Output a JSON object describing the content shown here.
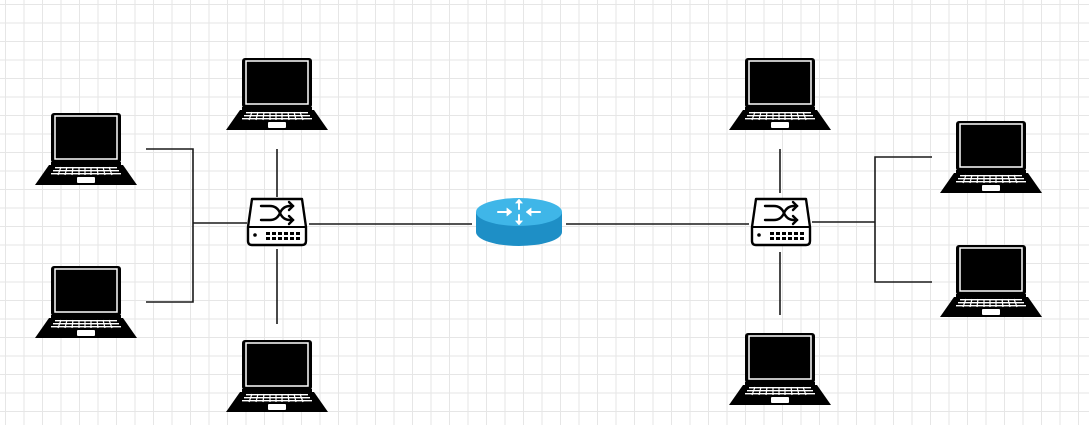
{
  "canvas": {
    "grid": true,
    "grid_color": "#e6e6e6",
    "background": "#ffffff"
  },
  "colors": {
    "device": "#000000",
    "wire": "#1a1a1a",
    "router_top": "#3fb6e8",
    "router_side": "#1e8fc6",
    "router_arrows": "#ffffff"
  },
  "nodes": [
    {
      "id": "laptop-left-top",
      "icon": "laptop-icon"
    },
    {
      "id": "laptop-left-bottom",
      "icon": "laptop-icon"
    },
    {
      "id": "laptop-left-upper",
      "icon": "laptop-icon"
    },
    {
      "id": "laptop-left-lower",
      "icon": "laptop-icon"
    },
    {
      "id": "switch-left",
      "icon": "network-switch-icon"
    },
    {
      "id": "router-center",
      "icon": "router-icon"
    },
    {
      "id": "switch-right",
      "icon": "network-switch-icon"
    },
    {
      "id": "laptop-right-upper",
      "icon": "laptop-icon"
    },
    {
      "id": "laptop-right-lower",
      "icon": "laptop-icon"
    },
    {
      "id": "laptop-right-top",
      "icon": "laptop-icon"
    },
    {
      "id": "laptop-right-bottom",
      "icon": "laptop-icon"
    }
  ],
  "edges": [
    {
      "from": "laptop-left-top",
      "to": "switch-left"
    },
    {
      "from": "laptop-left-bottom",
      "to": "switch-left"
    },
    {
      "from": "laptop-left-upper",
      "to": "switch-left"
    },
    {
      "from": "laptop-left-lower",
      "to": "switch-left"
    },
    {
      "from": "switch-left",
      "to": "router-center"
    },
    {
      "from": "router-center",
      "to": "switch-right"
    },
    {
      "from": "laptop-right-upper",
      "to": "switch-right"
    },
    {
      "from": "laptop-right-lower",
      "to": "switch-right"
    },
    {
      "from": "laptop-right-top",
      "to": "switch-right"
    },
    {
      "from": "laptop-right-bottom",
      "to": "switch-right"
    }
  ]
}
